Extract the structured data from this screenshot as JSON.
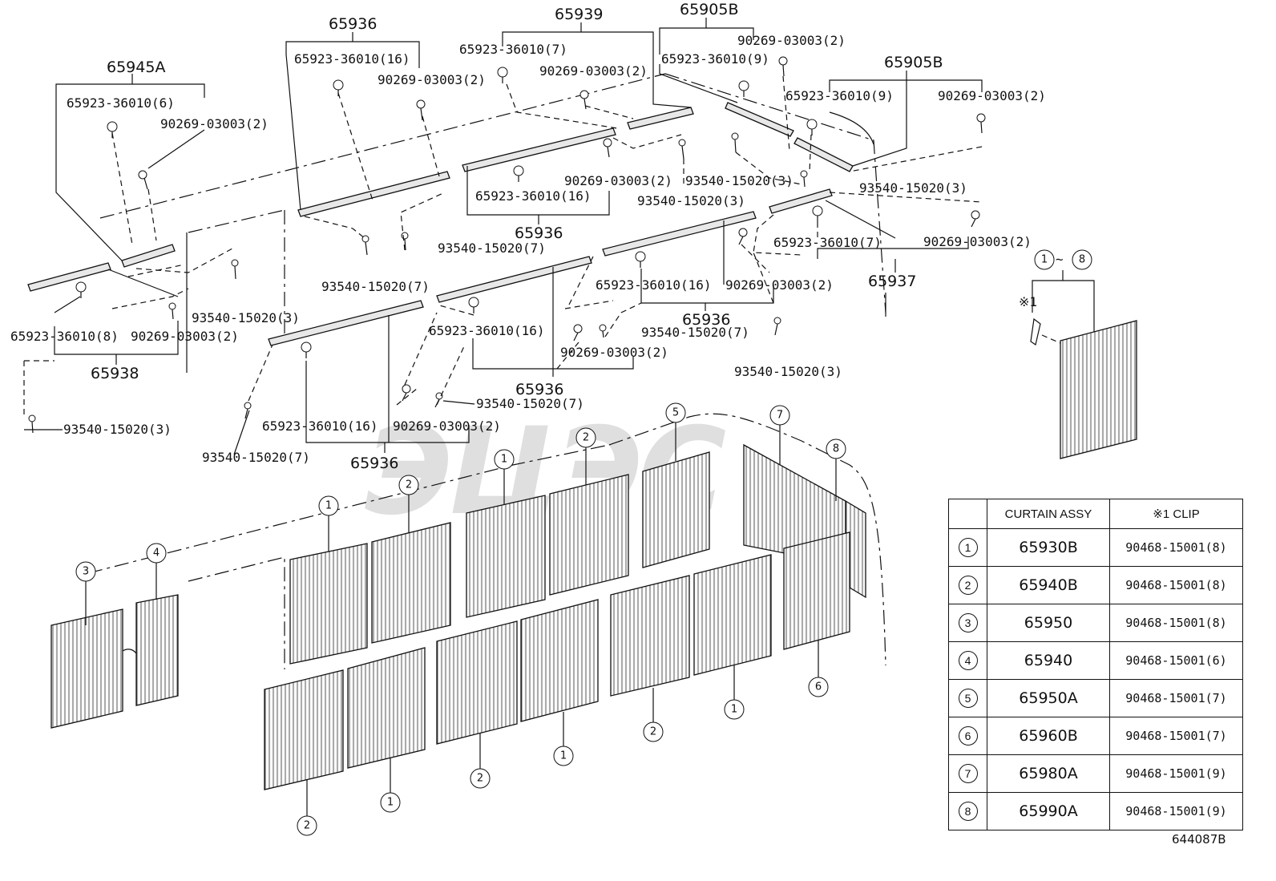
{
  "watermark": "ЭЦЭС",
  "reference_code": "644087B",
  "groups": {
    "g65945A": "65945A",
    "g65936_top": "65936",
    "g65939": "65939",
    "g65905B_a": "65905B",
    "g65905B_b": "65905B",
    "g65938": "65938",
    "g65936_mid": "65936",
    "g65936_r": "65936",
    "g65936_c": "65936",
    "g65936_b": "65936",
    "g65937": "65937"
  },
  "labels": {
    "l1": "65923-36010(6)",
    "l2": "90269-03003(2)",
    "l3": "65923-36010(16)",
    "l4": "90269-03003(2)",
    "l5": "65923-36010(7)",
    "l6": "90269-03003(2)",
    "l7": "90269-03003(2)",
    "l8": "65923-36010(9)",
    "l9": "65923-36010(9)",
    "l10": "90269-03003(2)",
    "l11": "90269-03003(2)",
    "l12": "65923-36010(16)",
    "l13": "93540-15020(3)",
    "l14": "93540-15020(3)",
    "l15": "93540-15020(3)",
    "l16": "93540-15020(7)",
    "l17": "90269-03003(2)",
    "l18": "65923-36010(7)",
    "l19": "93540-15020(3)",
    "l20": "93540-15020(7)",
    "l21": "65923-36010(16)",
    "l22": "90269-03003(2)",
    "l23": "65923-36010(8)",
    "l24": "90269-03003(2)",
    "l25": "65923-36010(16)",
    "l26": "93540-15020(7)",
    "l27": "90269-03003(2)",
    "l28": "93540-15020(3)",
    "l29": "93540-15020(7)",
    "l30": "65923-36010(16)",
    "l31": "90269-03003(2)",
    "l32": "93540-15020(7)",
    "l33": "93540-15020(3)",
    "l34": "※1",
    "l35": "~"
  },
  "callouts": [
    "1",
    "2",
    "3",
    "4",
    "5",
    "6",
    "7",
    "8"
  ],
  "legend": {
    "headers": [
      "",
      "CURTAIN ASSY",
      "※1 CLIP"
    ],
    "rows": [
      {
        "num": "1",
        "assy": "65930B",
        "clip": "90468-15001(8)"
      },
      {
        "num": "2",
        "assy": "65940B",
        "clip": "90468-15001(8)"
      },
      {
        "num": "3",
        "assy": "65950",
        "clip": "90468-15001(8)"
      },
      {
        "num": "4",
        "assy": "65940",
        "clip": "90468-15001(6)"
      },
      {
        "num": "5",
        "assy": "65950A",
        "clip": "90468-15001(7)"
      },
      {
        "num": "6",
        "assy": "65960B",
        "clip": "90468-15001(7)"
      },
      {
        "num": "7",
        "assy": "65980A",
        "clip": "90468-15001(9)"
      },
      {
        "num": "8",
        "assy": "65990A",
        "clip": "90468-15001(9)"
      }
    ]
  }
}
